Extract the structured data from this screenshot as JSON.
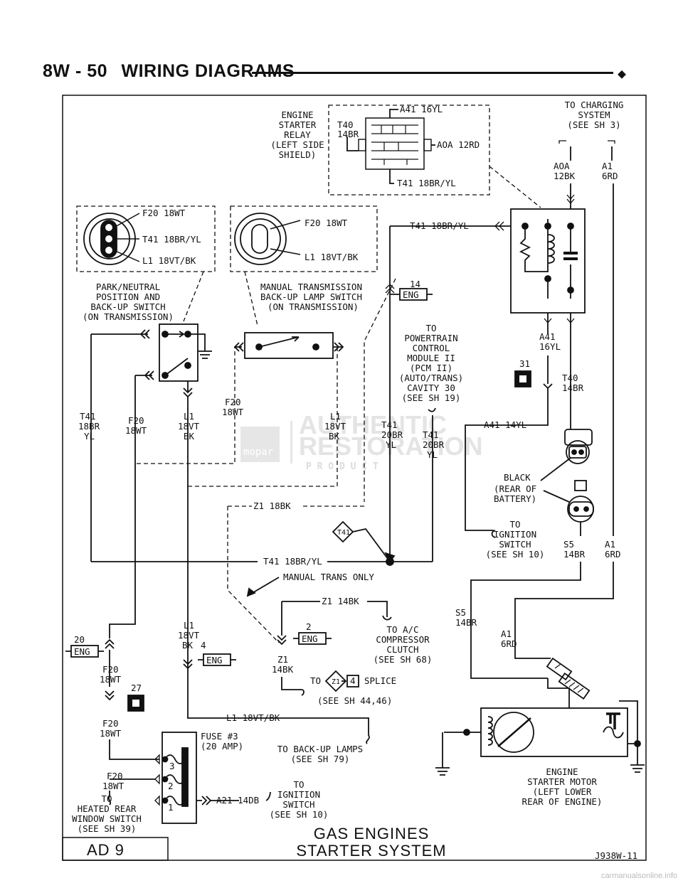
{
  "header": {
    "page": "8W - 50",
    "title": "WIRING DIAGRAMS",
    "mark": "◆"
  },
  "relay": {
    "title": [
      "ENGINE",
      "STARTER",
      "RELAY",
      "(LEFT SIDE",
      "SHIELD)"
    ],
    "t40": [
      "T40",
      "14BR"
    ],
    "a41": "A41 16YL",
    "aoa": "AOA 12RD",
    "t41": "T41 18BR/YL"
  },
  "charging": {
    "text": [
      "TO CHARGING",
      "SYSTEM",
      "(SEE SH 3)"
    ],
    "aoa": [
      "AOA",
      "12BK"
    ],
    "a1": [
      "A1",
      "6RD"
    ]
  },
  "pn_conn": {
    "f20": "F20 18WT",
    "t41": "T41 18BR/YL",
    "l1": "L1 18VT/BK"
  },
  "mt_conn": {
    "f20": "F20 18WT",
    "l1": "L1 18VT/BK"
  },
  "pn_switch": [
    "PARK/NEUTRAL",
    "POSITION AND",
    "BACK-UP SWITCH",
    "(ON TRANSMISSION)"
  ],
  "mt_switch": [
    "MANUAL TRANSMISSION",
    "BACK-UP LAMP SWITCH",
    "(ON TRANSMISSION)"
  ],
  "wires": {
    "t41_top": "T41 18BR/YL",
    "t41_left": [
      "T41",
      "18BR",
      "YL"
    ],
    "f20_left": [
      "F20",
      "18WT"
    ],
    "l1_left": [
      "L1",
      "18VT",
      "BK"
    ],
    "f20_mid": [
      "F20",
      "18WT"
    ],
    "l1_mid": [
      "L1",
      "18VT",
      "BK"
    ],
    "t41_20br_a": [
      "T41",
      "20BR",
      "YL"
    ],
    "t41_20br_b": [
      "T41",
      "20BR",
      "YL"
    ],
    "z1_18bk": "Z1 18BK",
    "t41_bus": "T41 18BR/YL",
    "manual_only": "MANUAL TRANS ONLY",
    "z1_14bk": "Z1 14BK",
    "z1_14bk_v": [
      "Z1",
      "14BK"
    ],
    "l1_bot": [
      "L1",
      "18VT",
      "BK"
    ],
    "l1_bus": "L1 18VT/BK",
    "f20_bot": [
      "F20",
      "18WT"
    ],
    "f20_bot2": [
      "F20",
      "18WT"
    ],
    "f20_bot3": [
      "F20",
      "18WT"
    ],
    "a21": "A21 14DB",
    "a41_14yl": "A41 14YL",
    "a41_16yl": [
      "A41",
      "16YL"
    ],
    "t40_14br": [
      "T40",
      "14BR"
    ],
    "s5_14br": [
      "S5",
      "14BR"
    ],
    "a1_6rd": [
      "A1",
      "6RD"
    ],
    "s5_14br_b": [
      "S5",
      "14BR"
    ],
    "a1_6rd_b": [
      "A1",
      "6RD"
    ]
  },
  "pcm": {
    "cavity": "14",
    "eng": "ENG",
    "text": [
      "TO",
      "POWERTRAIN",
      "CONTROL",
      "MODULE II",
      "(PCM II)",
      "(AUTO/TRANS)",
      "CAVITY 30",
      "(SEE SH 19)"
    ]
  },
  "splices": {
    "t41": "T41",
    "z1": "Z1",
    "z1_num": "4",
    "to": "TO",
    "splice": "SPLICE",
    "see": "(SEE SH 44,46)"
  },
  "ac": [
    "TO A/C",
    "COMPRESSOR",
    "CLUTCH",
    "(SEE SH 68)"
  ],
  "grounds": {
    "g20": "20",
    "g2": "2",
    "g4": "4",
    "g27": "27",
    "g31": "31",
    "eng": "ENG"
  },
  "fuse": {
    "label": [
      "FUSE #3",
      "(20 AMP)"
    ],
    "n3": "3",
    "n2": "2",
    "n1": "1"
  },
  "backup": [
    "TO BACK-UP LAMPS",
    "(SEE SH 79)"
  ],
  "ign_bottom": [
    "TO",
    "IGNITION",
    "SWITCH",
    "(SEE SH 10)"
  ],
  "heated": [
    "TO",
    "HEATED REAR",
    "WINDOW SWITCH",
    "(SEE SH 39)"
  ],
  "battery": [
    "BLACK",
    "(REAR OF",
    "BATTERY)"
  ],
  "ign_right": [
    "TO",
    "IGNITION",
    "SWITCH",
    "(SEE SH 10)"
  ],
  "motor": [
    "ENGINE",
    "STARTER MOTOR",
    "(LEFT LOWER",
    "REAR OF ENGINE)"
  ],
  "caption": [
    "GAS ENGINES",
    "STARTER SYSTEM"
  ],
  "box_label": "AD 9",
  "code": "J938W-11",
  "watermark": {
    "line1": "AUTHENTIC",
    "line2": "RESTORATION",
    "line3": "P R O D U C T",
    "brand": "mopar"
  },
  "footer": "carmanualsonline.info"
}
